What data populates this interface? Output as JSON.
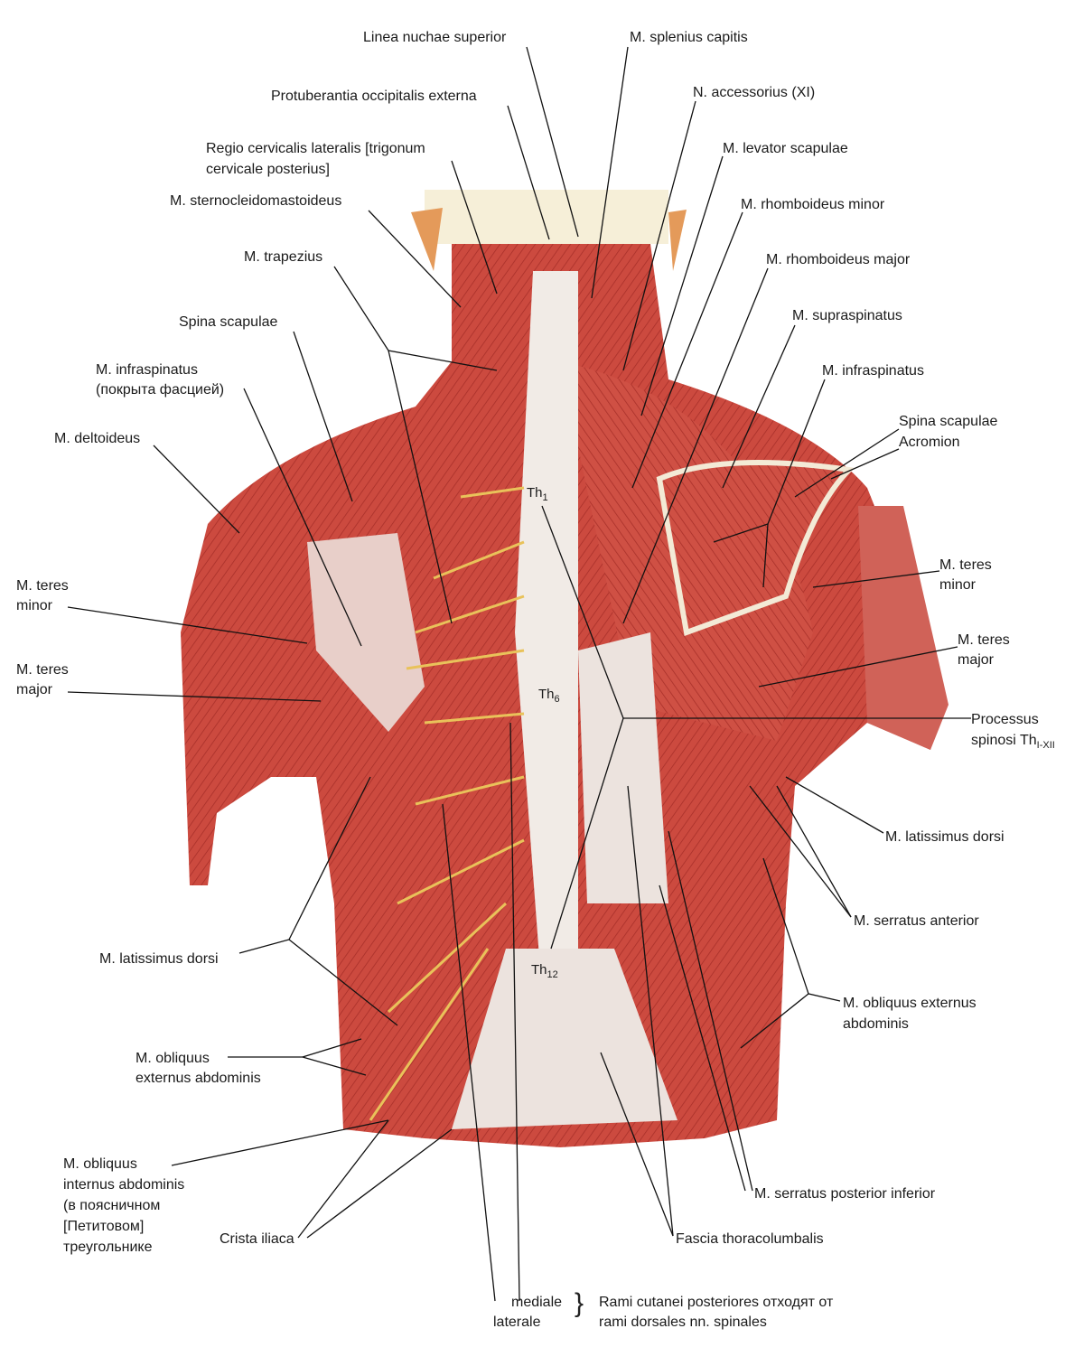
{
  "colors": {
    "muscle": "#c9463c",
    "muscle_dark": "#a8302a",
    "fascia": "#efe3dc",
    "nerve": "#e9c25a",
    "bone": "#f3ead6"
  },
  "labels_left": {
    "linea_nuchae": "Linea nuchae superior",
    "protuberantia": "Protuberantia occipitalis externa",
    "regio_line1": "Regio cervicalis lateralis [trigonum",
    "regio_line2": "cervicale posterius]",
    "sternocleido": "M. sternocleidomastoideus",
    "trapezius": "M. trapezius",
    "spina_scapulae": "Spina scapulae",
    "infraspinatus_line1": "M. infraspinatus",
    "infraspinatus_line2": "(покрыта фасцией)",
    "deltoideus": "M. deltoideus",
    "teres_minor_line1": "M. teres",
    "teres_minor_line2": "minor",
    "teres_major_line1": "M. teres",
    "teres_major_line2": "major",
    "latissimus": "M. latissimus dorsi",
    "obliquus_ext_line1": "M. obliquus",
    "obliquus_ext_line2": "externus abdominis",
    "obliquus_int_lines": [
      "M. obliquus",
      "internus abdominis",
      "(в поясничном",
      "[Петитовом]",
      "треугольнике"
    ],
    "crista_iliaca": "Crista iliaca"
  },
  "labels_right": {
    "splenius": "M. splenius capitis",
    "accessorius": "N. accessorius (XI)",
    "levator": "M. levator scapulae",
    "rhomb_minor": "M. rhomboideus minor",
    "rhomb_major": "M. rhomboideus major",
    "supraspinatus": "M. supraspinatus",
    "infraspinatus": "M. infraspinatus",
    "spina_scapulae": "Spina scapulae",
    "acromion": "Acromion",
    "teres_minor_line1": "M. teres",
    "teres_minor_line2": "minor",
    "teres_major_line1": "M. teres",
    "teres_major_line2": "major",
    "processus_line1": "Processus",
    "processus_line2": "spinosi Th",
    "processus_sub": "I-XII",
    "latissimus": "M. latissimus dorsi",
    "serratus_ant": "M. serratus anterior",
    "obliquus_line1": "M. obliquus externus",
    "obliquus_line2": "abdominis",
    "serratus_post": "M. serratus posterior inferior",
    "fascia": "Fascia thoracolumbalis"
  },
  "vertebrae": {
    "th1": "Th",
    "th1_sub": "1",
    "th6": "Th",
    "th6_sub": "6",
    "th12": "Th",
    "th12_sub": "12"
  },
  "footer": {
    "mediale": "mediale",
    "laterale": "laterale",
    "rami_line1": "Rami cutanei posteriores отходят от",
    "rami_line2": "rami dorsales nn. spinales"
  }
}
